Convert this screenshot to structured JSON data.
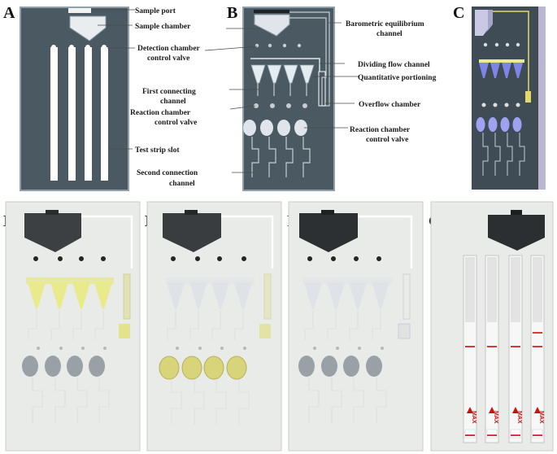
{
  "panels": {
    "A": {
      "label": "A",
      "annotations": [
        "Sample port",
        "Sample chamber",
        "Detection chamber",
        "control valve",
        "Test strip slot"
      ]
    },
    "B": {
      "label": "B",
      "annotations": [
        "Barometric equilibrium",
        "channel",
        "Dividing flow channel",
        "Quantitative portioning",
        "First connecting",
        "channel",
        "Overflow chamber",
        "Reaction chamber",
        "control valve",
        "Reaction chamber",
        "control valve",
        "Second connection",
        "channel"
      ]
    },
    "C": {
      "label": "C"
    },
    "D": {
      "label": "D"
    },
    "E": {
      "label": "E"
    },
    "F": {
      "label": "F"
    },
    "G": {
      "label": "G",
      "strip_text": "MAX"
    }
  },
  "colors": {
    "device_body": "#4b5962",
    "outline": "#8fa0aa",
    "reagent_yellow": "#e9ea8c",
    "reagent_blue": "#7f84e8",
    "chip_white": "#e9ebe9",
    "chamber_gray": "#9aa1a6",
    "control_line": "#d9363e"
  }
}
